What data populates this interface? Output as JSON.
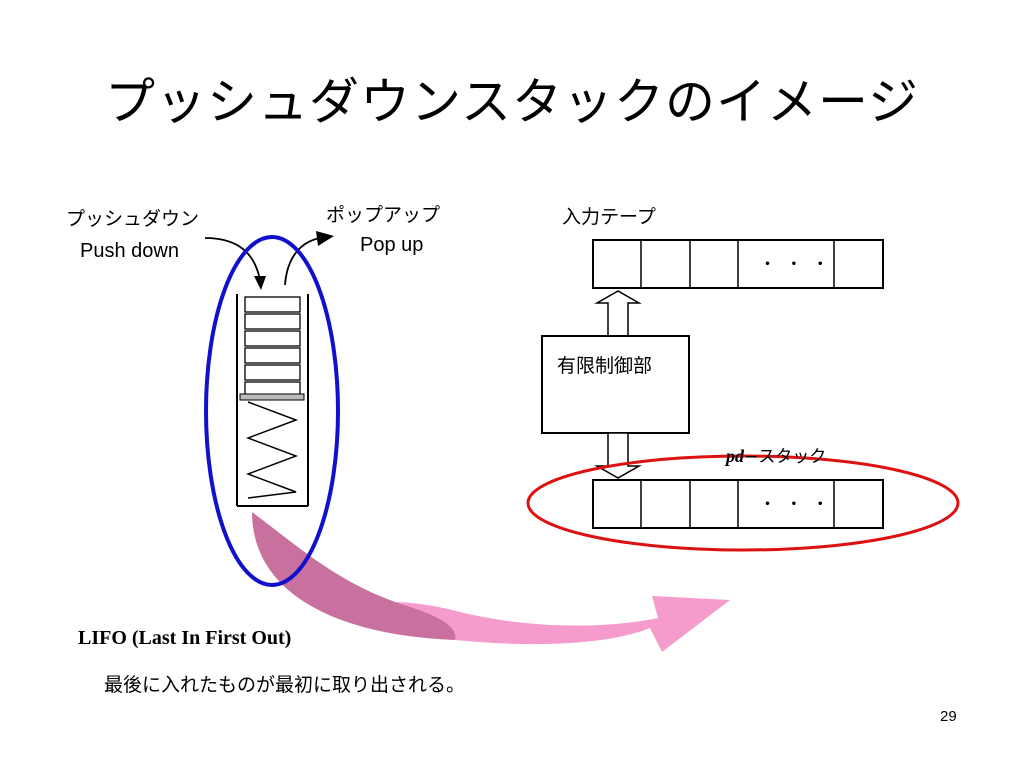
{
  "title": "プッシュダウンスタックのイメージ",
  "left": {
    "push_label_jp": "プッシュダウン",
    "push_label_en": "Push down",
    "pop_label_jp": "ポップアップ",
    "pop_label_en": "Pop up"
  },
  "right": {
    "input_tape_label": "入力テープ",
    "control_label": "有限制御部",
    "stack_label_italic": "pd",
    "stack_label_rest": "−スタック",
    "ellipsis": "・ ・ ・"
  },
  "bottom": {
    "lifo": "LIFO (Last In First Out)",
    "explanation": "最後に入れたものが最初に取り出される。"
  },
  "page_number": "29",
  "colors": {
    "blue_oval": "#1111cc",
    "red_oval": "#dd1111",
    "arrow_dark": "#c9719e",
    "arrow_light": "#f59ccd"
  }
}
